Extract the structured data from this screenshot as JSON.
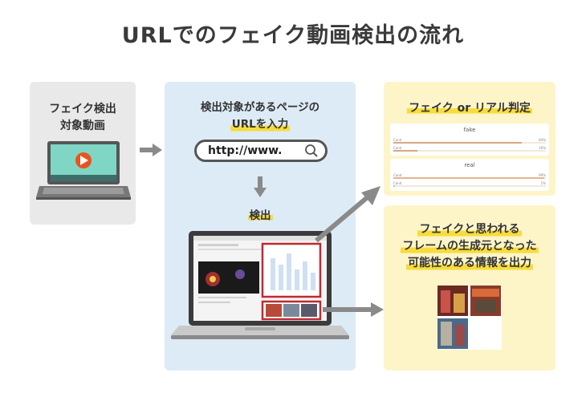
{
  "title": "URLでのフェイク動画検出の流れ",
  "source": {
    "line1": "フェイク検出",
    "line2": "対象動画"
  },
  "detect": {
    "line1": "検出対象があるページの",
    "line2": "URLを入力",
    "url": "http://www.",
    "find": "検出"
  },
  "result1": {
    "label": "フェイク or リアル判定",
    "cards": [
      {
        "title": "fake",
        "rows": [
          {
            "key": "Cand",
            "value": "84%",
            "fraction": 0.84
          },
          {
            "key": "Cand",
            "value": "16%",
            "fraction": 0.16
          }
        ]
      },
      {
        "title": "real",
        "rows": [
          {
            "key": "Cand",
            "value": "99%",
            "fraction": 0.99
          },
          {
            "key": "Cand",
            "value": "1%",
            "fraction": 0.01
          }
        ]
      }
    ]
  },
  "result2": {
    "line1": "フェイクと思われる",
    "line2": "フレームの生成元となった",
    "line3": "可能性のある情報を出力"
  },
  "colors": {
    "highlight": "#f7dc3c",
    "arrow": "#8a8a8a",
    "laptop_screen": "#7fd6c4",
    "play_button": "#e8531f",
    "frame_red": "#c0292f",
    "bar_fake": "#d9a77e",
    "bar_real": "#e4b58c"
  },
  "icons": {
    "search": "search-icon",
    "play": "play-icon",
    "arrow": "arrow-right-icon"
  }
}
